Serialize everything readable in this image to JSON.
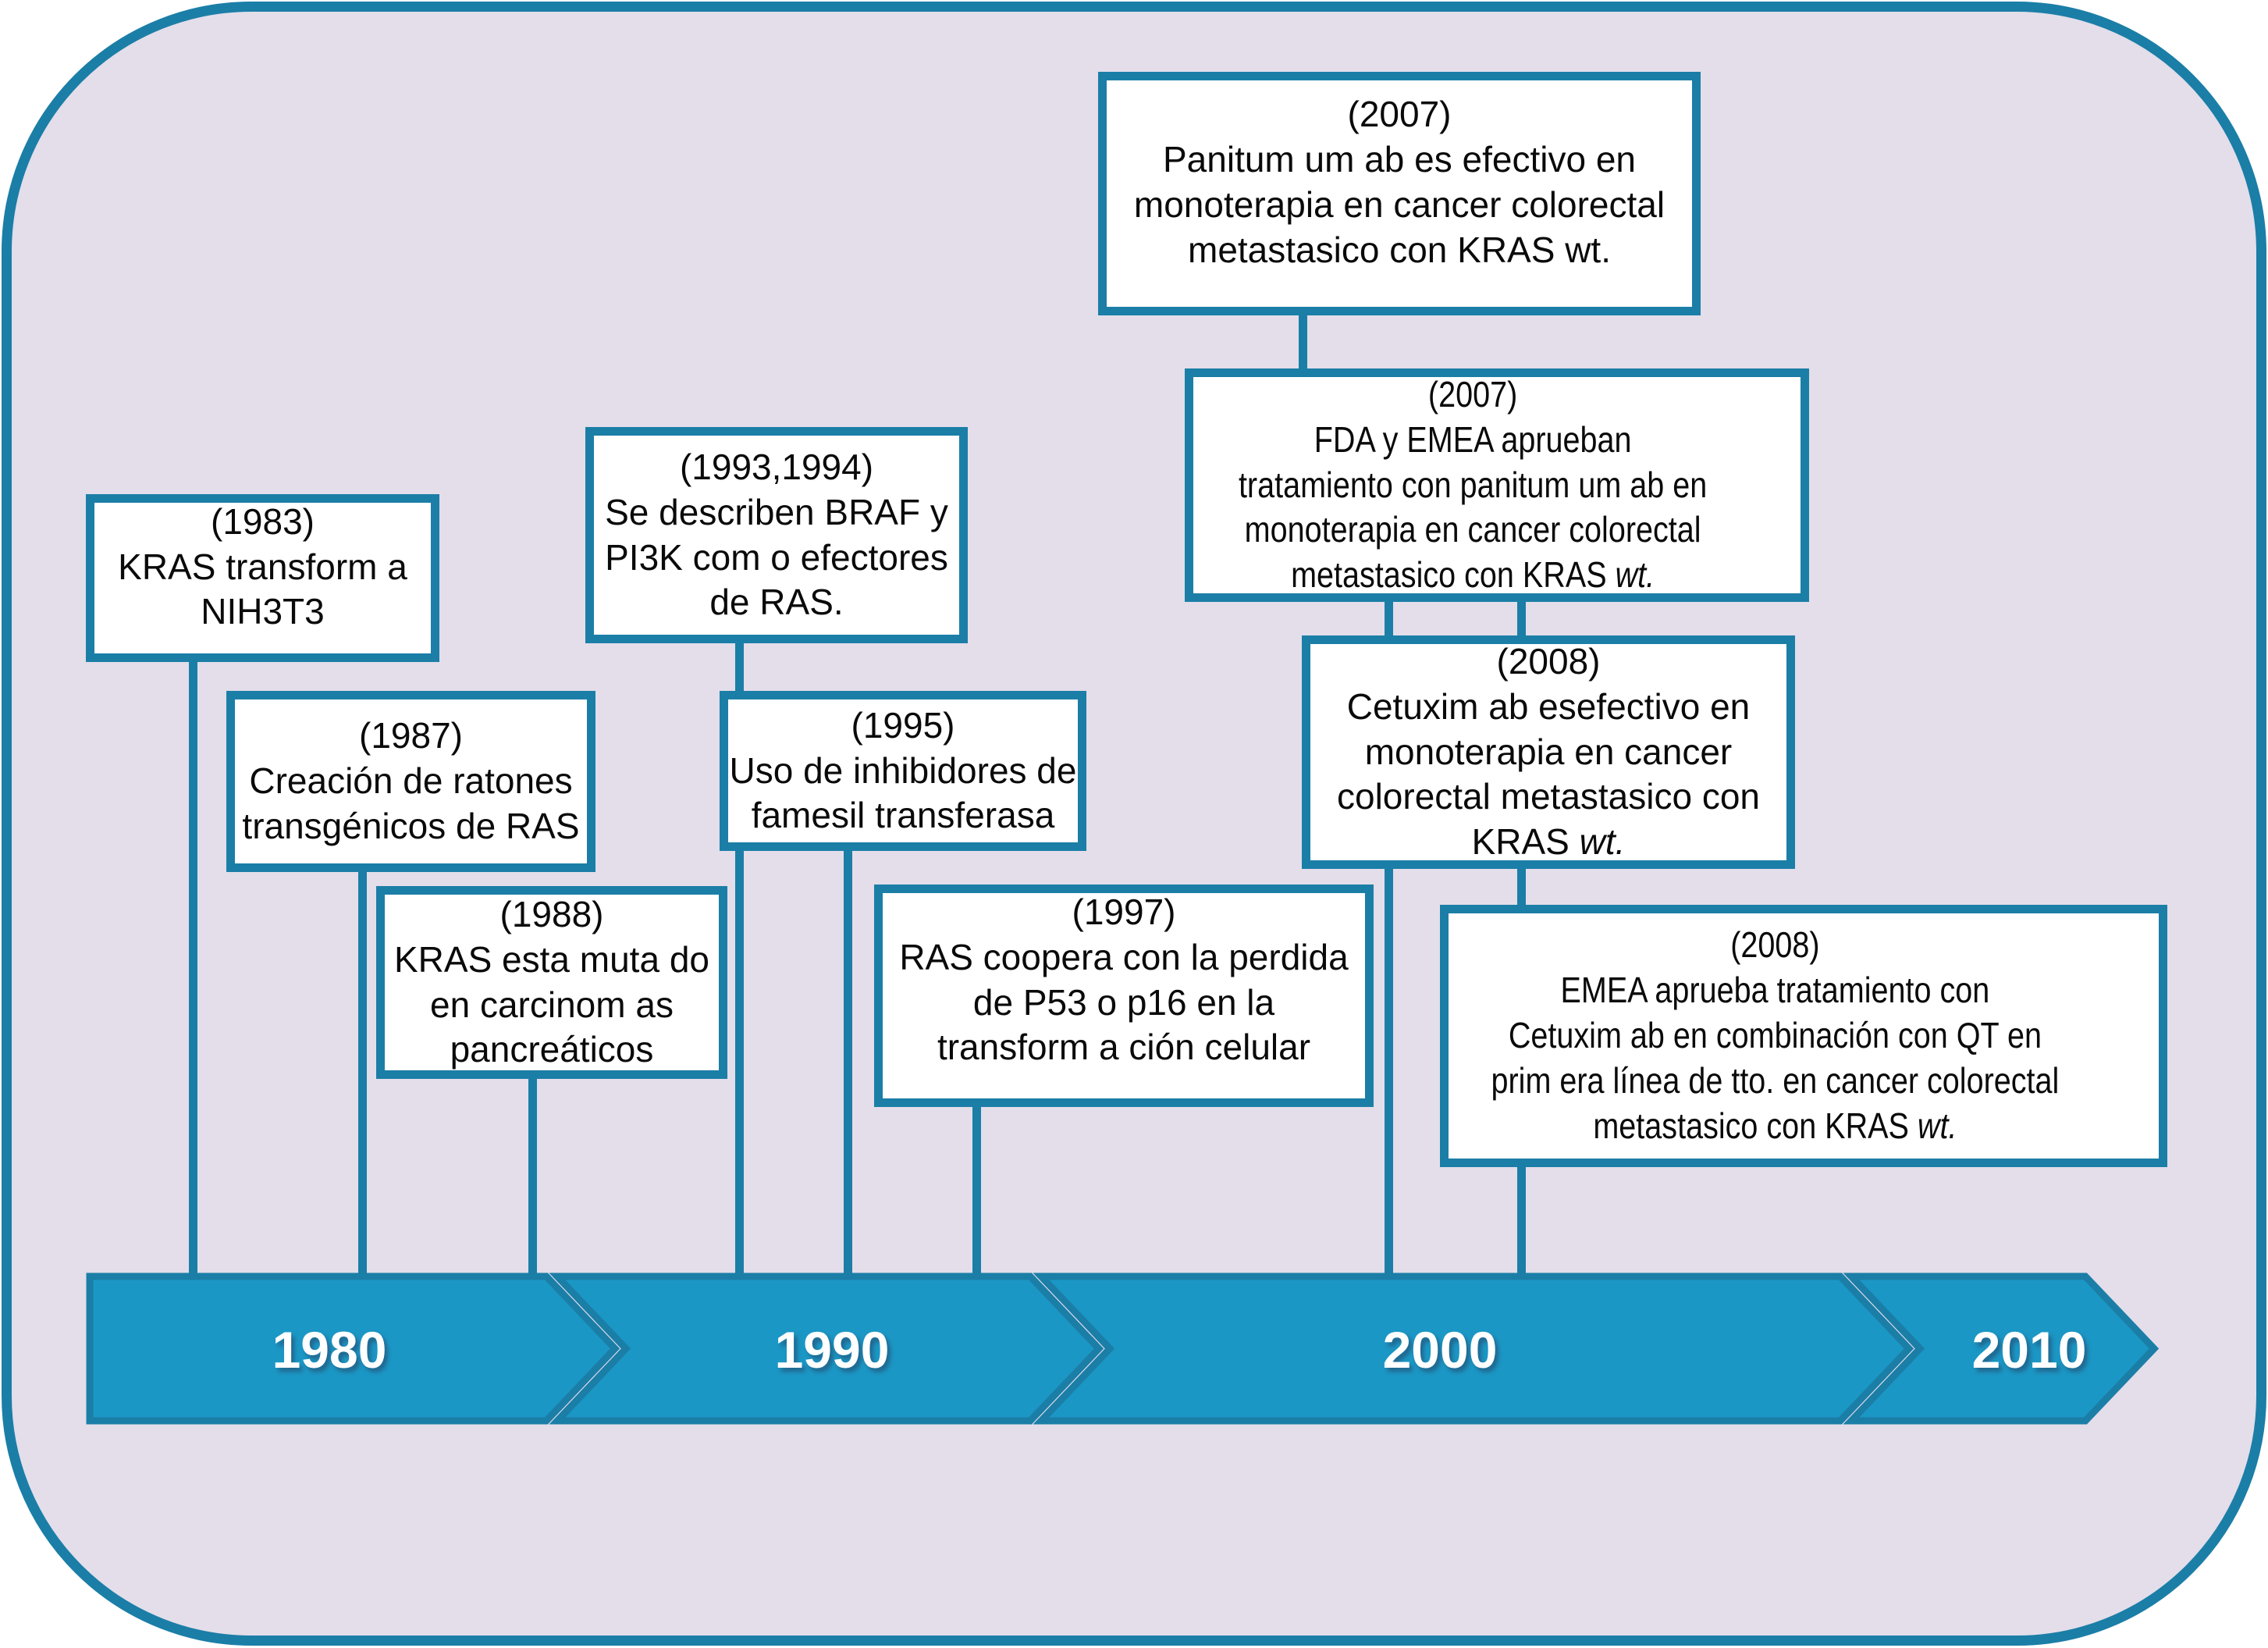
{
  "figure": {
    "type": "timeline-diagram",
    "subject": "KRAS research milestones timeline",
    "colors": {
      "panel_background": "#e3deea",
      "outline_teal": "#1b7ea7",
      "band_fill": "#1b97c5",
      "band_text": "#ffffff",
      "box_fill": "#ffffff",
      "box_text": "#0a0a0a"
    }
  },
  "events": [
    {
      "id": "1983",
      "lines": [
        "(1983)",
        "KRAS transform a",
        "NIH3T3"
      ]
    },
    {
      "id": "1987",
      "lines": [
        "(1987)",
        "Creación de ratones",
        "transgénicos de RAS"
      ]
    },
    {
      "id": "1988",
      "lines": [
        "(1988)",
        "KRAS esta muta do",
        "en carcinom as",
        "pancreáticos"
      ]
    },
    {
      "id": "1993-1994",
      "lines": [
        "(1993,1994)",
        "Se describen BRAF y",
        "PI3K com o efectores",
        "de RAS."
      ]
    },
    {
      "id": "1995",
      "lines": [
        "(1995)",
        "Uso de inhibidores de",
        "famesil transferasa"
      ]
    },
    {
      "id": "1997",
      "lines": [
        "(1997)",
        "RAS coopera con la perdida",
        "de P53 o p16 en la",
        "transform a ción celular"
      ]
    },
    {
      "id": "2007-panitumumab",
      "lines": [
        "(2007)",
        "Panitum um ab es efectivo en",
        "monoterapia en cancer colorectal",
        "metastasico con KRAS wt."
      ]
    },
    {
      "id": "2007-fda-emea",
      "lines": [
        "(2007)",
        "FDA y EMEA aprueban",
        "tratamiento con panitum um ab en",
        "monoterapia en cancer colorectal",
        "metastasico con KRAS"
      ],
      "italic_suffix": " wt."
    },
    {
      "id": "2008-cetuximab",
      "lines": [
        "(2008)",
        "Cetuxim ab esefectivo en",
        "monoterapia en cancer",
        "colorectal metastasico con",
        "KRAS"
      ],
      "italic_suffix": " wt."
    },
    {
      "id": "2008-emea-qt",
      "lines": [
        "(2008)",
        "EMEA aprueba tratamiento con",
        "Cetuxim ab en combinación con QT en",
        "prim era línea de tto. en cancer colorectal",
        "metastasico con KRAS"
      ],
      "italic_suffix": " wt."
    }
  ],
  "timeline": {
    "decades": [
      {
        "label": "1980"
      },
      {
        "label": "1990"
      },
      {
        "label": "2000"
      },
      {
        "label": "2010"
      }
    ]
  }
}
